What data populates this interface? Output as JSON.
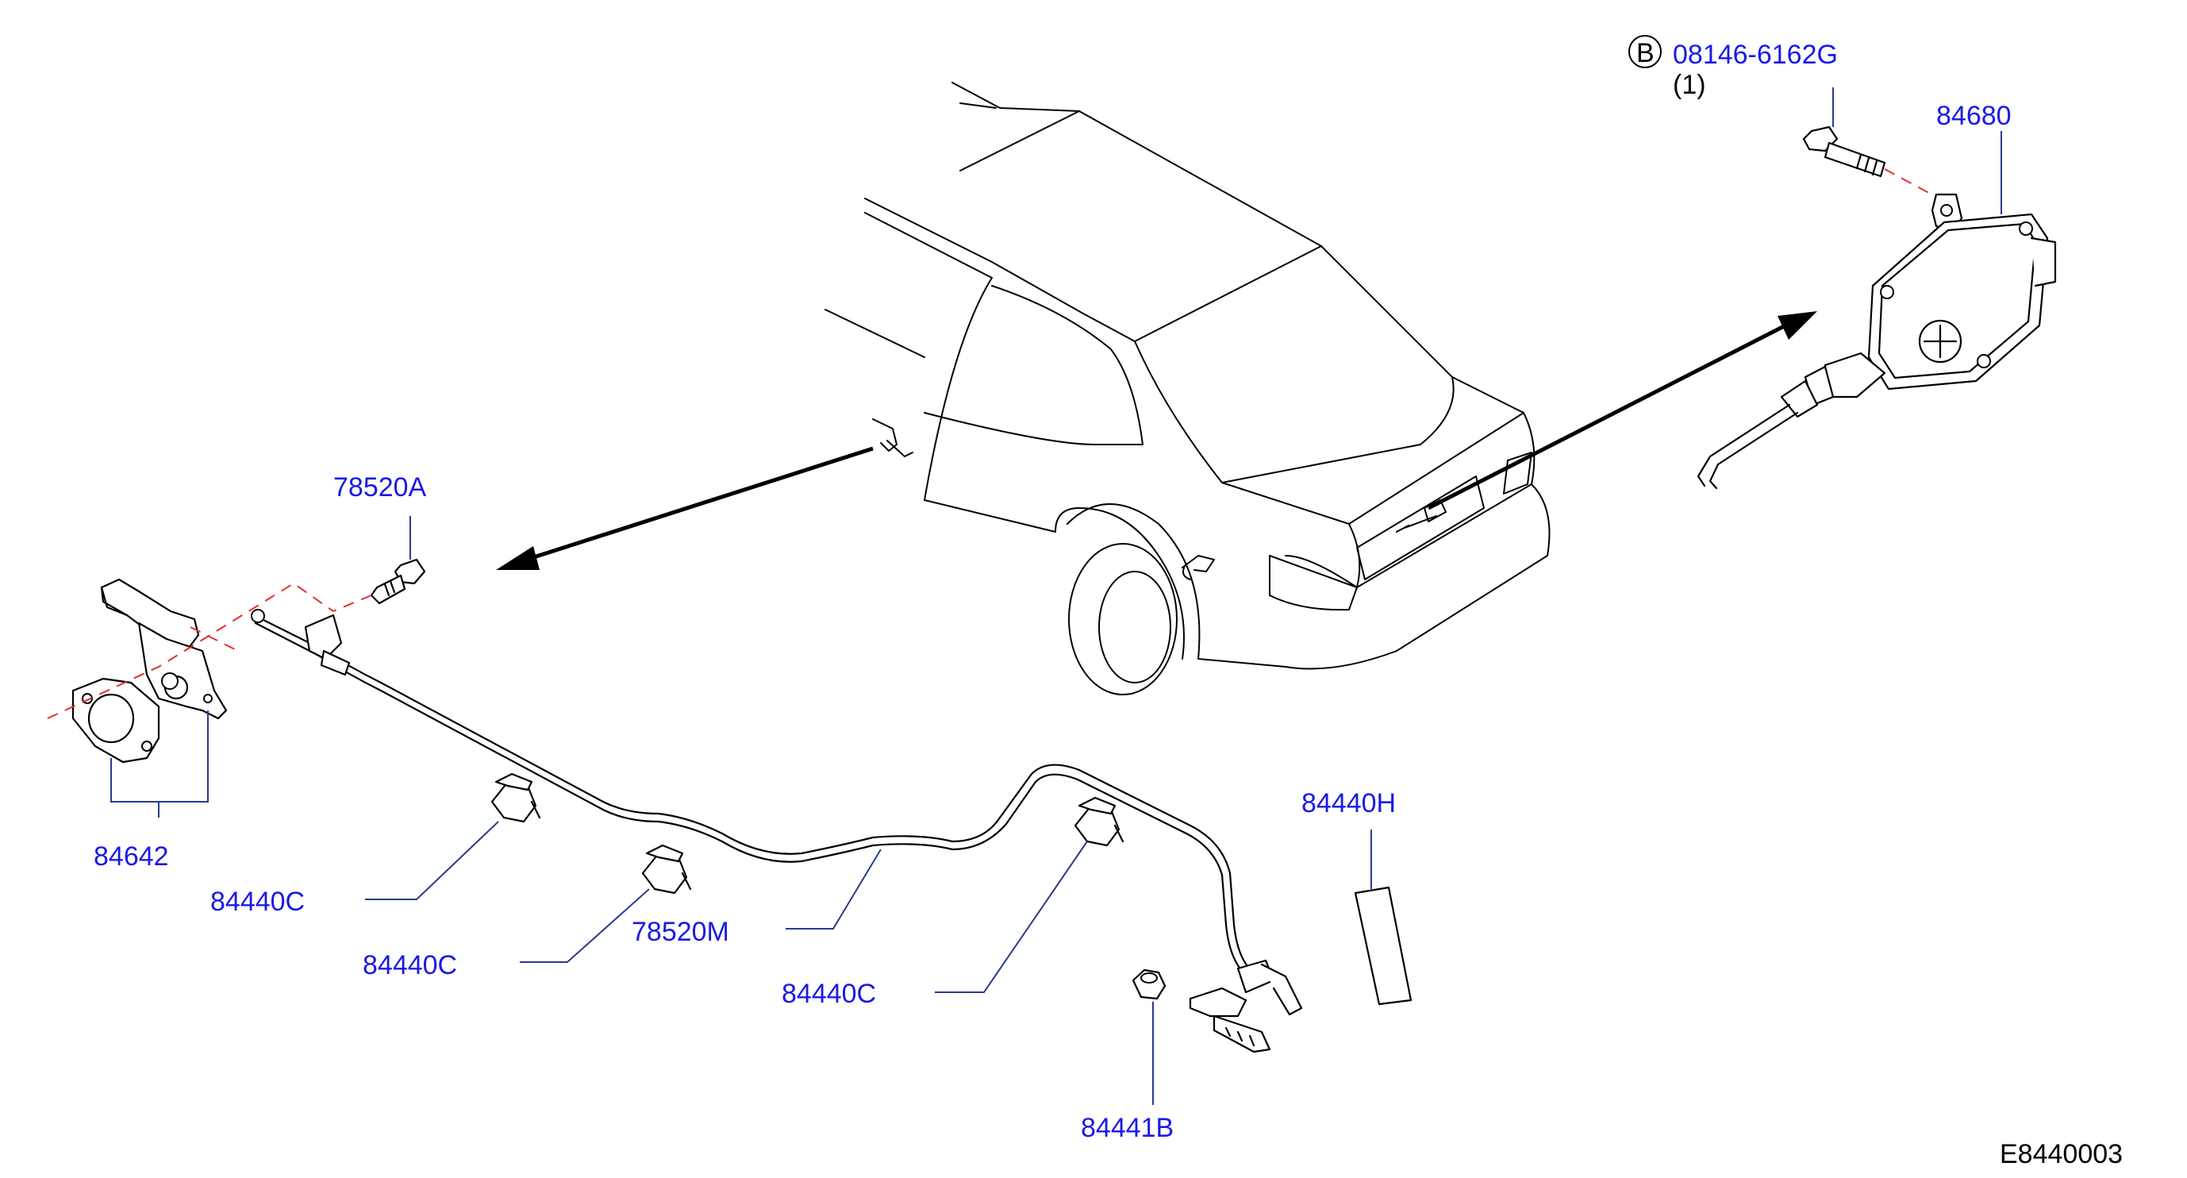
{
  "labels": {
    "bolt_ref": "08146-6162G",
    "bolt_ref_prefix": "B",
    "bolt_qty": "(1)",
    "actuator": "84680",
    "bolt": "78520A",
    "lever_bracket": "84642",
    "clip_1": "84440C",
    "clip_2": "84440C",
    "clip_3": "84440C",
    "cable": "78520M",
    "pad": "84440H",
    "grommet": "84441B",
    "diagram_code": "E8440003"
  },
  "colors": {
    "label": "#1a1ae6",
    "leader": "#2a3a8f",
    "dashed_guide": "#e03030",
    "line_art": "#000000"
  }
}
